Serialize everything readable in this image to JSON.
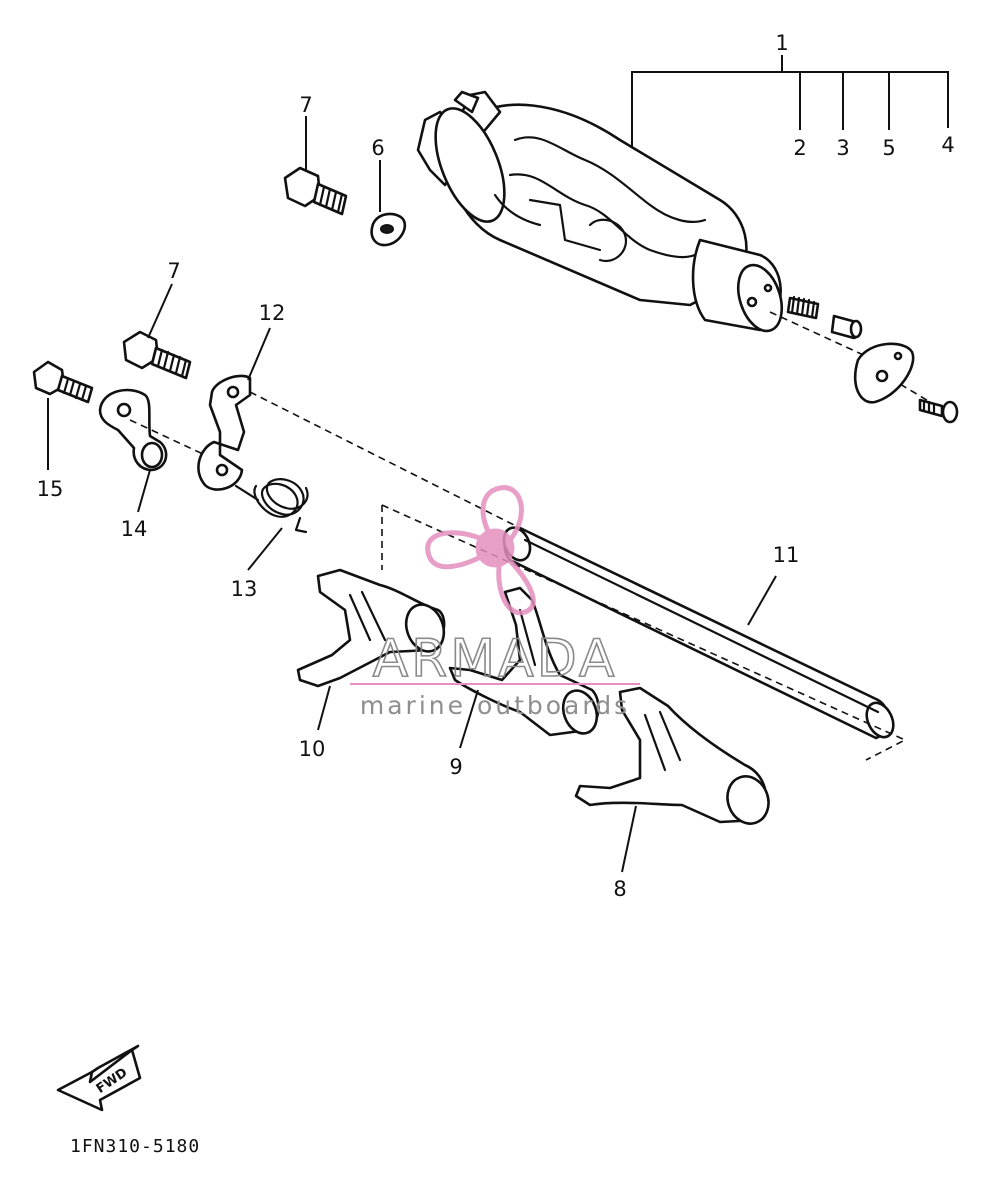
{
  "diagram": {
    "code": "1FN310-5180",
    "fwd_label": "FWD",
    "callouts": {
      "c1": "1",
      "c2": "2",
      "c3": "3",
      "c4": "4",
      "c5": "5",
      "c6": "6",
      "c7a": "7",
      "c7b": "7",
      "c8": "8",
      "c9": "9",
      "c10": "10",
      "c11": "11",
      "c12": "12",
      "c13": "13",
      "c14": "14",
      "c15": "15"
    }
  },
  "watermark": {
    "brand": "ARMADA",
    "tagline": "marine outboards",
    "logo_color": "#e48fbe"
  }
}
